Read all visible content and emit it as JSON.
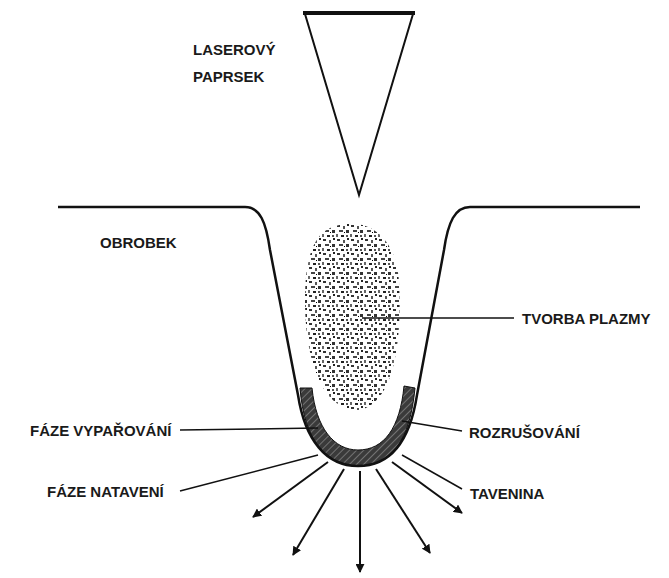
{
  "diagram": {
    "labels": [
      "LASEROVÝ PAPRSEK",
      "OBROBEK",
      "TVORBA PLAZMY",
      "FÁZE VYPAŘOVÁNÍ",
      "ROZRUŠOVÁNÍ",
      "FÁZE NATAVENÍ",
      "TAVENINA"
    ]
  }
}
